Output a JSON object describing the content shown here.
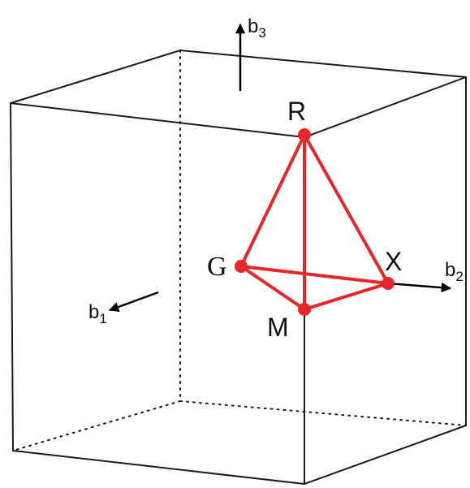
{
  "diagram": {
    "high_symmetry_points": [
      {
        "id": "R",
        "label": "R"
      },
      {
        "id": "G",
        "label": "G"
      },
      {
        "id": "X",
        "label": "X"
      },
      {
        "id": "M",
        "label": "M"
      }
    ],
    "path_segments": [
      [
        "R",
        "G"
      ],
      [
        "R",
        "X"
      ],
      [
        "R",
        "M"
      ],
      [
        "G",
        "X"
      ],
      [
        "G",
        "M"
      ],
      [
        "M",
        "X"
      ]
    ],
    "axes": [
      {
        "id": "b3",
        "base": "b",
        "sub": "3"
      },
      {
        "id": "b2",
        "base": "b",
        "sub": "2"
      },
      {
        "id": "b1",
        "base": "b",
        "sub": "1"
      }
    ],
    "colors": {
      "path": "#e8262a",
      "edges": "#1a1a1a",
      "background": "#ffffff"
    }
  }
}
